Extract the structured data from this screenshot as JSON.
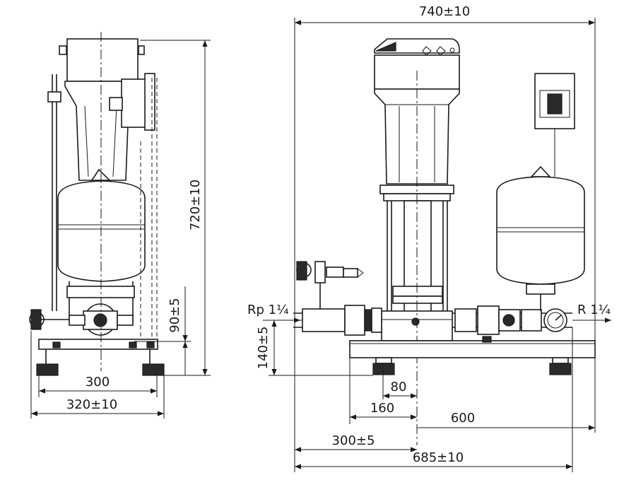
{
  "dimensions": {
    "side_height": "720±10",
    "side_inlet_height": "90±5",
    "side_width_inner": "300",
    "side_width_outer": "320±10",
    "front_overall_width": "740±10",
    "front_pipe_height": "140±5",
    "front_dist_80": "80",
    "front_dist_160": "160",
    "front_dist_600": "600",
    "front_dist_300": "300±5",
    "front_base_width": "685±10"
  },
  "connections": {
    "inlet": "Rp 1¼",
    "outlet": "R 1¼"
  }
}
